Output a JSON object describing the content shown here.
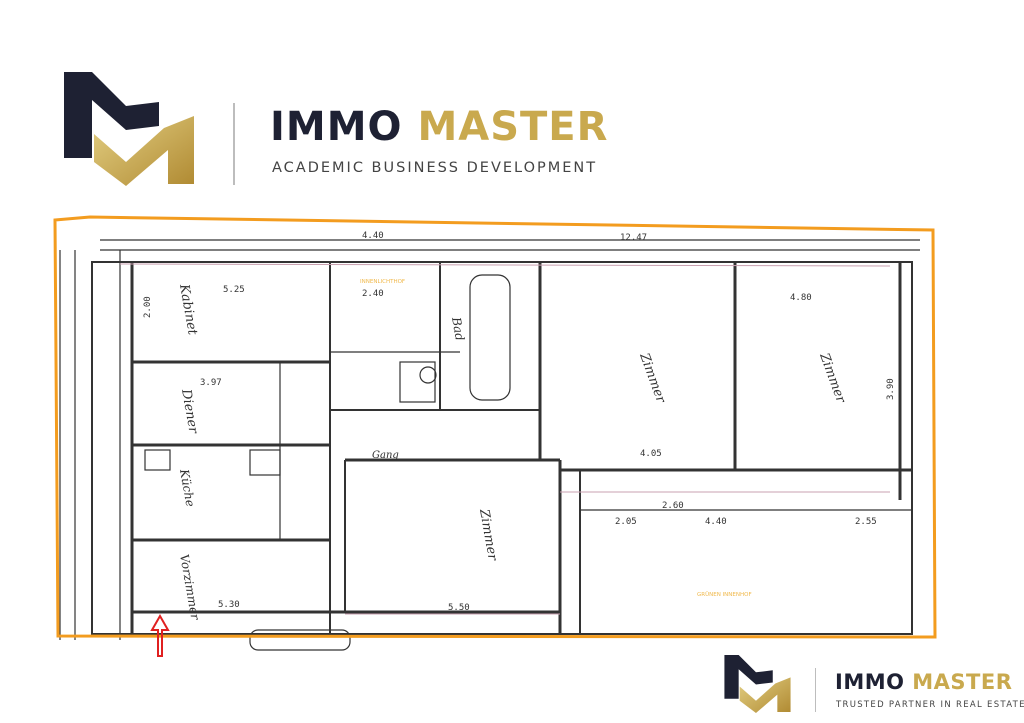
{
  "header_logo": {
    "brand_dark": "IMMO",
    "brand_gold": "MASTER",
    "tagline": "ACADEMIC BUSINESS  DEVELOPMENT"
  },
  "footer_logo": {
    "brand_dark": "IMMO",
    "brand_gold": "MASTER",
    "tagline": "TRUSTED PARTNER IN REAL ESTATE"
  },
  "colors": {
    "navy": "#1e2133",
    "gold": "#c9a94e",
    "outline": "#f39c1f",
    "entrance_arrow": "#e02020"
  },
  "floor_plan": {
    "courtyard_labels": {
      "inner_light_court": "INNENLICHTHOF",
      "green_court": "GRÜNEN INNENHOF"
    },
    "rooms": {
      "kabinet": "Kabinet",
      "diener": "Diener",
      "bad": "Bad",
      "zimmer_1": "Zimmer",
      "zimmer_2": "Zimmer",
      "zimmer_3": "Zimmer",
      "kueche": "Küche",
      "vorzimmer": "Vorzimmer",
      "gang": "Gang"
    },
    "dimensions": {
      "total_width": "12.47",
      "top_left": "4.40",
      "kabinet_w": "5.25",
      "diener_w": "3.97",
      "court_w": "2.40",
      "zimmer_w": "4.05",
      "right_top": "4.80",
      "bottom_a": "2.60",
      "bottom_b": "4.40",
      "bottom_c": "2.05",
      "bottom_d": "2.55",
      "vorzimmer_w": "5.30",
      "zimmer_bottom_w": "5.50",
      "height_a": "2.00",
      "height_b": "3.90"
    }
  }
}
